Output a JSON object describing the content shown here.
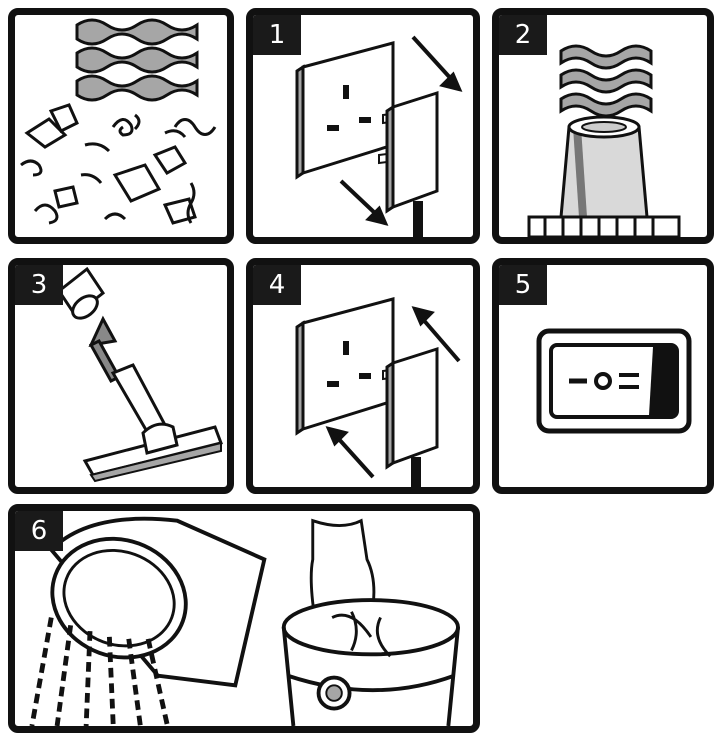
{
  "panels": [
    {
      "label": ""
    },
    {
      "label": "1"
    },
    {
      "label": "2"
    },
    {
      "label": "3"
    },
    {
      "label": "4"
    },
    {
      "label": "5"
    },
    {
      "label": "6"
    }
  ],
  "colors": {
    "ink": "#111111",
    "grey": "#a6a6a6",
    "wall": "#d9d9d9"
  },
  "icons": [
    "debris-icon",
    "unplug-icon",
    "exhaust-filter-icon",
    "floor-nozzle-icon",
    "plug-in-icon",
    "power-switch-icon",
    "empty-container-icon"
  ]
}
